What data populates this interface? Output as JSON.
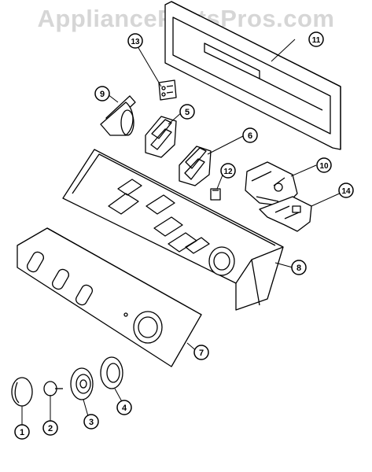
{
  "watermark": "AppliancePartsPros.com",
  "callouts": [
    {
      "id": "c1",
      "label": "1"
    },
    {
      "id": "c2",
      "label": "2"
    },
    {
      "id": "c3",
      "label": "3"
    },
    {
      "id": "c4",
      "label": "4"
    },
    {
      "id": "c5",
      "label": "5"
    },
    {
      "id": "c6",
      "label": "6"
    },
    {
      "id": "c7",
      "label": "7"
    },
    {
      "id": "c8",
      "label": "8"
    },
    {
      "id": "c9",
      "label": "9"
    },
    {
      "id": "c10",
      "label": "10"
    },
    {
      "id": "c11",
      "label": "11"
    },
    {
      "id": "c12",
      "label": "12"
    },
    {
      "id": "c13",
      "label": "13"
    },
    {
      "id": "c14",
      "label": "14"
    }
  ],
  "colors": {
    "ink": "#000000",
    "paper": "#ffffff",
    "watermark": "#d6d6d6"
  }
}
